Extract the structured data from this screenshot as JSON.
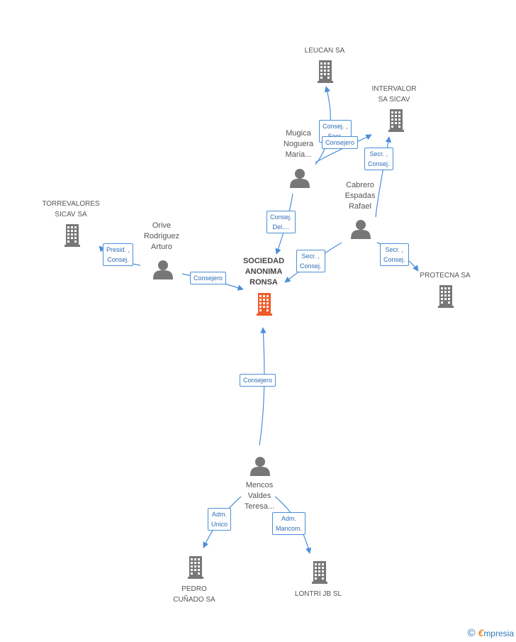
{
  "nodes": {
    "sociedad_anonima_ronsa": {
      "label_lines": [
        "SOCIEDAD",
        "ANONIMA",
        "RONSA"
      ],
      "kind": "company",
      "highlight": true
    },
    "leucan_sa": {
      "label_lines": [
        "LEUCAN SA"
      ],
      "kind": "company"
    },
    "intervalor_sa_sicav": {
      "label_lines": [
        "INTERVALOR",
        "SA SICAV"
      ],
      "kind": "company"
    },
    "torrevalores_sicav_sa": {
      "label_lines": [
        "TORREVALORES",
        "SICAV SA"
      ],
      "kind": "company"
    },
    "protecna_sa": {
      "label_lines": [
        "PROTECNA SA"
      ],
      "kind": "company"
    },
    "pedro_cunado_sa": {
      "label_lines": [
        "PEDRO",
        "CUÑADO SA"
      ],
      "kind": "company"
    },
    "lontri_jb_sl": {
      "label_lines": [
        "LONTRI JB SL"
      ],
      "kind": "company"
    },
    "mugica_noguera_maria": {
      "label_lines": [
        "Mugica",
        "Noguera",
        "Maria..."
      ],
      "kind": "person"
    },
    "cabrero_espadas_rafael": {
      "label_lines": [
        "Cabrero",
        "Espadas",
        "Rafael"
      ],
      "kind": "person"
    },
    "orive_rodriguez_arturo": {
      "label_lines": [
        "Orive",
        "Rodriguez",
        "Arturo"
      ],
      "kind": "person"
    },
    "mencos_valdes_teresa": {
      "label_lines": [
        "Mencos",
        "Valdes",
        "Teresa..."
      ],
      "kind": "person"
    }
  },
  "edges": [
    {
      "from": "mugica_noguera_maria",
      "to": "sociedad_anonima_ronsa",
      "label_lines": [
        "Consej.",
        "Del...."
      ]
    },
    {
      "from": "mugica_noguera_maria",
      "to": "leucan_sa",
      "label_lines": [
        "Consej. ,",
        "Secr."
      ]
    },
    {
      "from": "mugica_noguera_maria",
      "to": "intervalor_sa_sicav",
      "label_lines": [
        "Consejero"
      ]
    },
    {
      "from": "cabrero_espadas_rafael",
      "to": "sociedad_anonima_ronsa",
      "label_lines": [
        "Secr. ,",
        "Consej."
      ]
    },
    {
      "from": "cabrero_espadas_rafael",
      "to": "intervalor_sa_sicav",
      "label_lines": [
        "Secr. ,",
        "Consej."
      ]
    },
    {
      "from": "cabrero_espadas_rafael",
      "to": "protecna_sa",
      "label_lines": [
        "Secr. ,",
        "Consej."
      ]
    },
    {
      "from": "orive_rodriguez_arturo",
      "to": "sociedad_anonima_ronsa",
      "label_lines": [
        "Consejero"
      ]
    },
    {
      "from": "orive_rodriguez_arturo",
      "to": "torrevalores_sicav_sa",
      "label_lines": [
        "Presid. ,",
        "Consej."
      ]
    },
    {
      "from": "mencos_valdes_teresa",
      "to": "sociedad_anonima_ronsa",
      "label_lines": [
        "Consejero"
      ]
    },
    {
      "from": "mencos_valdes_teresa",
      "to": "pedro_cunado_sa",
      "label_lines": [
        "Adm.",
        "Unico"
      ]
    },
    {
      "from": "mencos_valdes_teresa",
      "to": "lontri_jb_sl",
      "label_lines": [
        "Adm.",
        "Mancom."
      ]
    }
  ],
  "colors": {
    "edge": "#4a8fd8",
    "icon": "#777777",
    "highlight": "#f05a28",
    "label_text": "#2f6db5"
  },
  "footer": {
    "copyright": "©",
    "brand_initial": "€",
    "brand_rest": "mpresia"
  }
}
